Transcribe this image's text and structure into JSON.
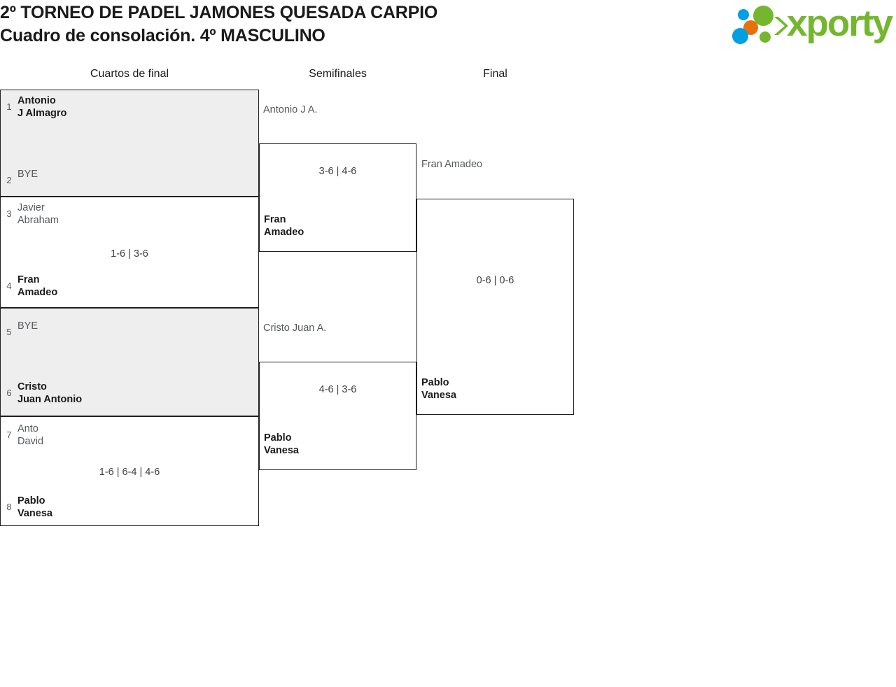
{
  "header": {
    "title_line1": "2º TORNEO DE PADEL JAMONES QUESADA CARPIO",
    "title_line2": "Cuadro de consolación. 4º MASCULINO",
    "logo_text": "xporty",
    "logo_colors": {
      "green": "#74b72e",
      "blue": "#00a0e1",
      "orange": "#e8710a"
    }
  },
  "columns": [
    {
      "label": "Cuartos de final"
    },
    {
      "label": "Semifinales"
    },
    {
      "label": "Final"
    }
  ],
  "chart_data": {
    "type": "table",
    "title": "Cuadro de consolación. 4º MASCULINO",
    "rounds": [
      {
        "name": "Cuartos de final",
        "matches": [
          {
            "top": {
              "seed": "1",
              "name1": "Antonio",
              "name2": "J Almagro",
              "winner": true
            },
            "bottom": {
              "seed": "2",
              "name1": "BYE",
              "name2": "",
              "winner": false
            },
            "score": "",
            "shaded": true
          },
          {
            "top": {
              "seed": "3",
              "name1": "Javier",
              "name2": "Abraham",
              "winner": false
            },
            "bottom": {
              "seed": "4",
              "name1": "Fran",
              "name2": "Amadeo",
              "winner": true
            },
            "score": "1-6 | 3-6",
            "shaded": false
          },
          {
            "top": {
              "seed": "5",
              "name1": "BYE",
              "name2": "",
              "winner": false
            },
            "bottom": {
              "seed": "6",
              "name1": "Cristo",
              "name2": "Juan Antonio",
              "winner": true
            },
            "score": "",
            "shaded": true
          },
          {
            "top": {
              "seed": "7",
              "name1": "Anto",
              "name2": "David",
              "winner": false
            },
            "bottom": {
              "seed": "8",
              "name1": "Pablo",
              "name2": "Vanesa",
              "winner": true
            },
            "score": "1-6 | 6-4 | 4-6",
            "shaded": false
          }
        ]
      },
      {
        "name": "Semifinales",
        "matches": [
          {
            "top": {
              "seed": "",
              "name1": "Antonio",
              "name2": "J A.",
              "winner": false
            },
            "bottom": {
              "seed": "",
              "name1": "Fran",
              "name2": "Amadeo",
              "winner": true
            },
            "score": "3-6 | 4-6",
            "shaded": false
          },
          {
            "top": {
              "seed": "",
              "name1": "Cristo",
              "name2": "Juan A.",
              "winner": false
            },
            "bottom": {
              "seed": "",
              "name1": "Pablo",
              "name2": "Vanesa",
              "winner": true
            },
            "score": "4-6 | 3-6",
            "shaded": false
          }
        ]
      },
      {
        "name": "Final",
        "matches": [
          {
            "top": {
              "seed": "",
              "name1": "Fran",
              "name2": "Amadeo",
              "winner": false
            },
            "bottom": {
              "seed": "",
              "name1": "Pablo",
              "name2": "Vanesa",
              "winner": true
            },
            "score": "0-6 | 0-6",
            "shaded": false
          }
        ]
      }
    ]
  }
}
